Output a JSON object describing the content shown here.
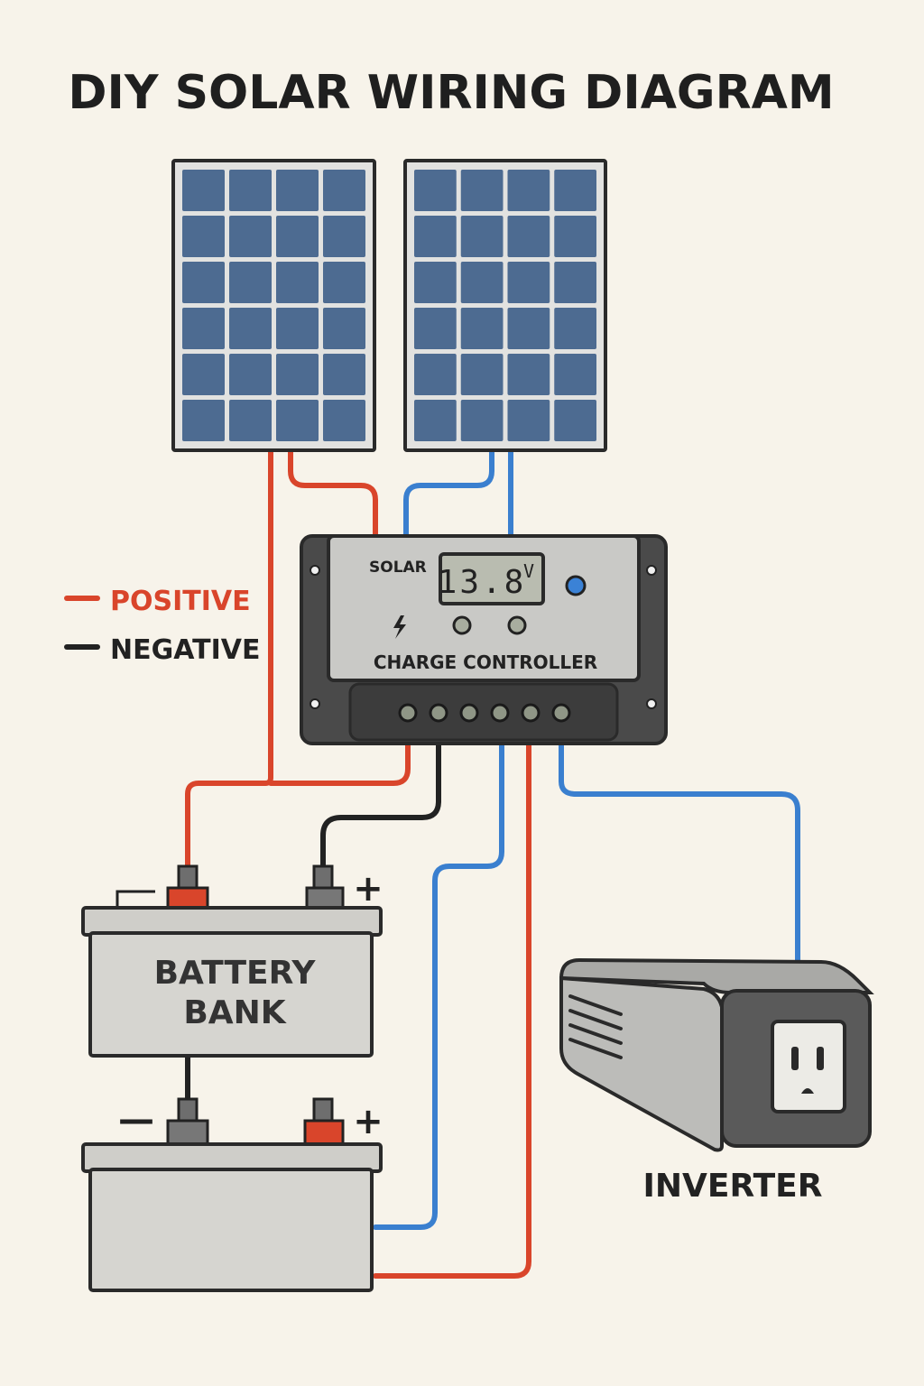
{
  "title": "DIY SOLAR WIRING DIAGRAM",
  "legend": {
    "positive": {
      "label": "POSITIVE",
      "color": "#d9452b"
    },
    "negative": {
      "label": "NEGATIVE",
      "color": "#222222"
    }
  },
  "colors": {
    "background": "#f7f3ea",
    "positive_wire": "#d9452b",
    "negative_wire": "#222222",
    "blue_wire": "#3a7fcf",
    "panel_cell": "#4d6b91",
    "panel_frame": "#d7d7d7",
    "controller_face": "#c9c9c6",
    "controller_body": "#4a4a4a",
    "battery_body": "#d0cfca",
    "inverter_body": "#bcbcb9",
    "outline": "#2a2a2a",
    "indicator_led": "#3b82d6",
    "terminal_positive": "#d9452b",
    "terminal_negative": "#6e6e6e"
  },
  "solar_panels": [
    {
      "name": "solar-panel-left",
      "cell_columns": 4,
      "cell_rows": 6
    },
    {
      "name": "solar-panel-right",
      "cell_columns": 4,
      "cell_rows": 6
    }
  ],
  "charge_controller": {
    "brand_label": "SOLAR",
    "display_value": "13.8",
    "display_unit": "V",
    "name_label": "CHARGE CONTROLLER",
    "icon": "lightning-icon",
    "button_count": 2,
    "terminal_count": 6
  },
  "battery_bank": {
    "label_line1": "BATTERY",
    "label_line2": "BANK",
    "upper_neg_symbol": "—",
    "upper_pos_symbol": "+",
    "lower_neg_symbol": "—",
    "lower_pos_symbol": "+"
  },
  "inverter": {
    "label": "INVERTER",
    "icon": "outlet-icon"
  }
}
